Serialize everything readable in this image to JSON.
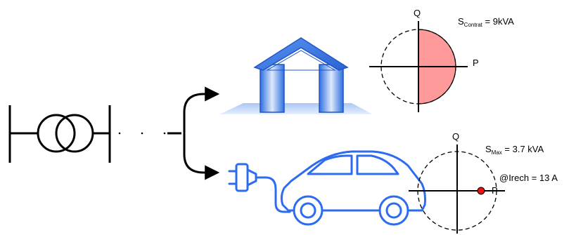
{
  "house": {
    "plot": {
      "q_axis_label": "Q",
      "p_axis_label": "P",
      "s_symbol": "S",
      "s_subscript": "Contrat",
      "s_value_text": " = 9kVA"
    }
  },
  "car": {
    "plot": {
      "q_axis_label": "Q",
      "p_axis_label": "P",
      "s_symbol": "S",
      "s_subscript": "Max",
      "s_value_text": " = 3.7 kVA",
      "current_note": "@Irech = 13 A"
    }
  },
  "colors": {
    "house_blue": "#3a78e0",
    "house_blue_light": "#9ec0f5",
    "car_blue": "#2d6cf0",
    "region_fill": "#ff9a9a",
    "operating_point": "#ee1111"
  },
  "icons": [
    "transformer-icon",
    "house-icon",
    "electric-car-icon",
    "plug-icon"
  ]
}
